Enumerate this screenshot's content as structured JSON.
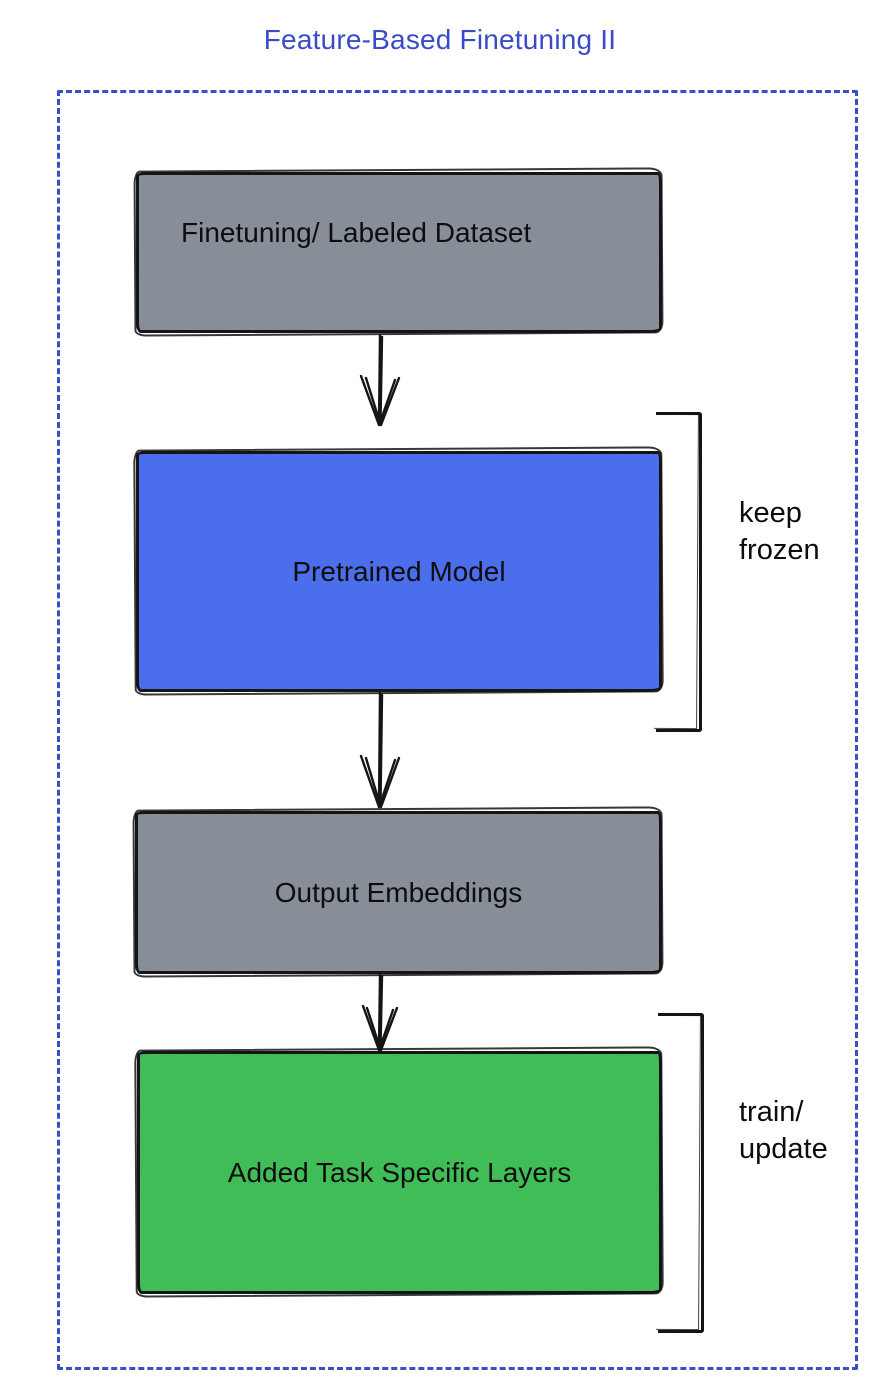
{
  "title": "Feature-Based Finetuning II",
  "colors": {
    "title": "#3a4bc8",
    "frame_border": "#3a4ec6",
    "node_gray": "#878e98",
    "node_blue": "#4a6eec",
    "node_green": "#41bd58",
    "stroke": "#151515",
    "node_text": "#0d0d0d"
  },
  "nodes": {
    "dataset": {
      "label": "Finetuning/ Labeled Dataset",
      "fill": "#878e98"
    },
    "pretrained": {
      "label": "Pretrained Model",
      "fill": "#4a6eec"
    },
    "embeddings": {
      "label": "Output Embeddings",
      "fill": "#878e98"
    },
    "task_layers": {
      "label": "Added Task Specific Layers",
      "fill": "#41bd58"
    }
  },
  "annotations": {
    "keep_frozen": {
      "label": "keep frozen",
      "applies_to": "Pretrained Model"
    },
    "train_update": {
      "label": "train/ update",
      "applies_to": "Added Task Specific Layers"
    }
  }
}
